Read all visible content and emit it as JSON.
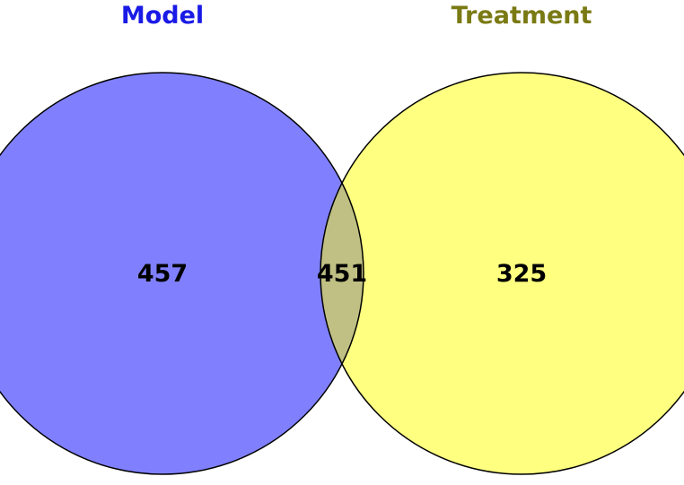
{
  "sets": [
    {
      "name": "Model",
      "color": "#8080ff",
      "label_color": "#1a1ae6"
    },
    {
      "name": "Treatment",
      "color": "#ffff80",
      "label_color": "#7a7a14"
    }
  ],
  "overlap_color": "#c0c084",
  "counts": {
    "model_only": "457",
    "intersection": "451",
    "treatment_only": "325"
  }
}
